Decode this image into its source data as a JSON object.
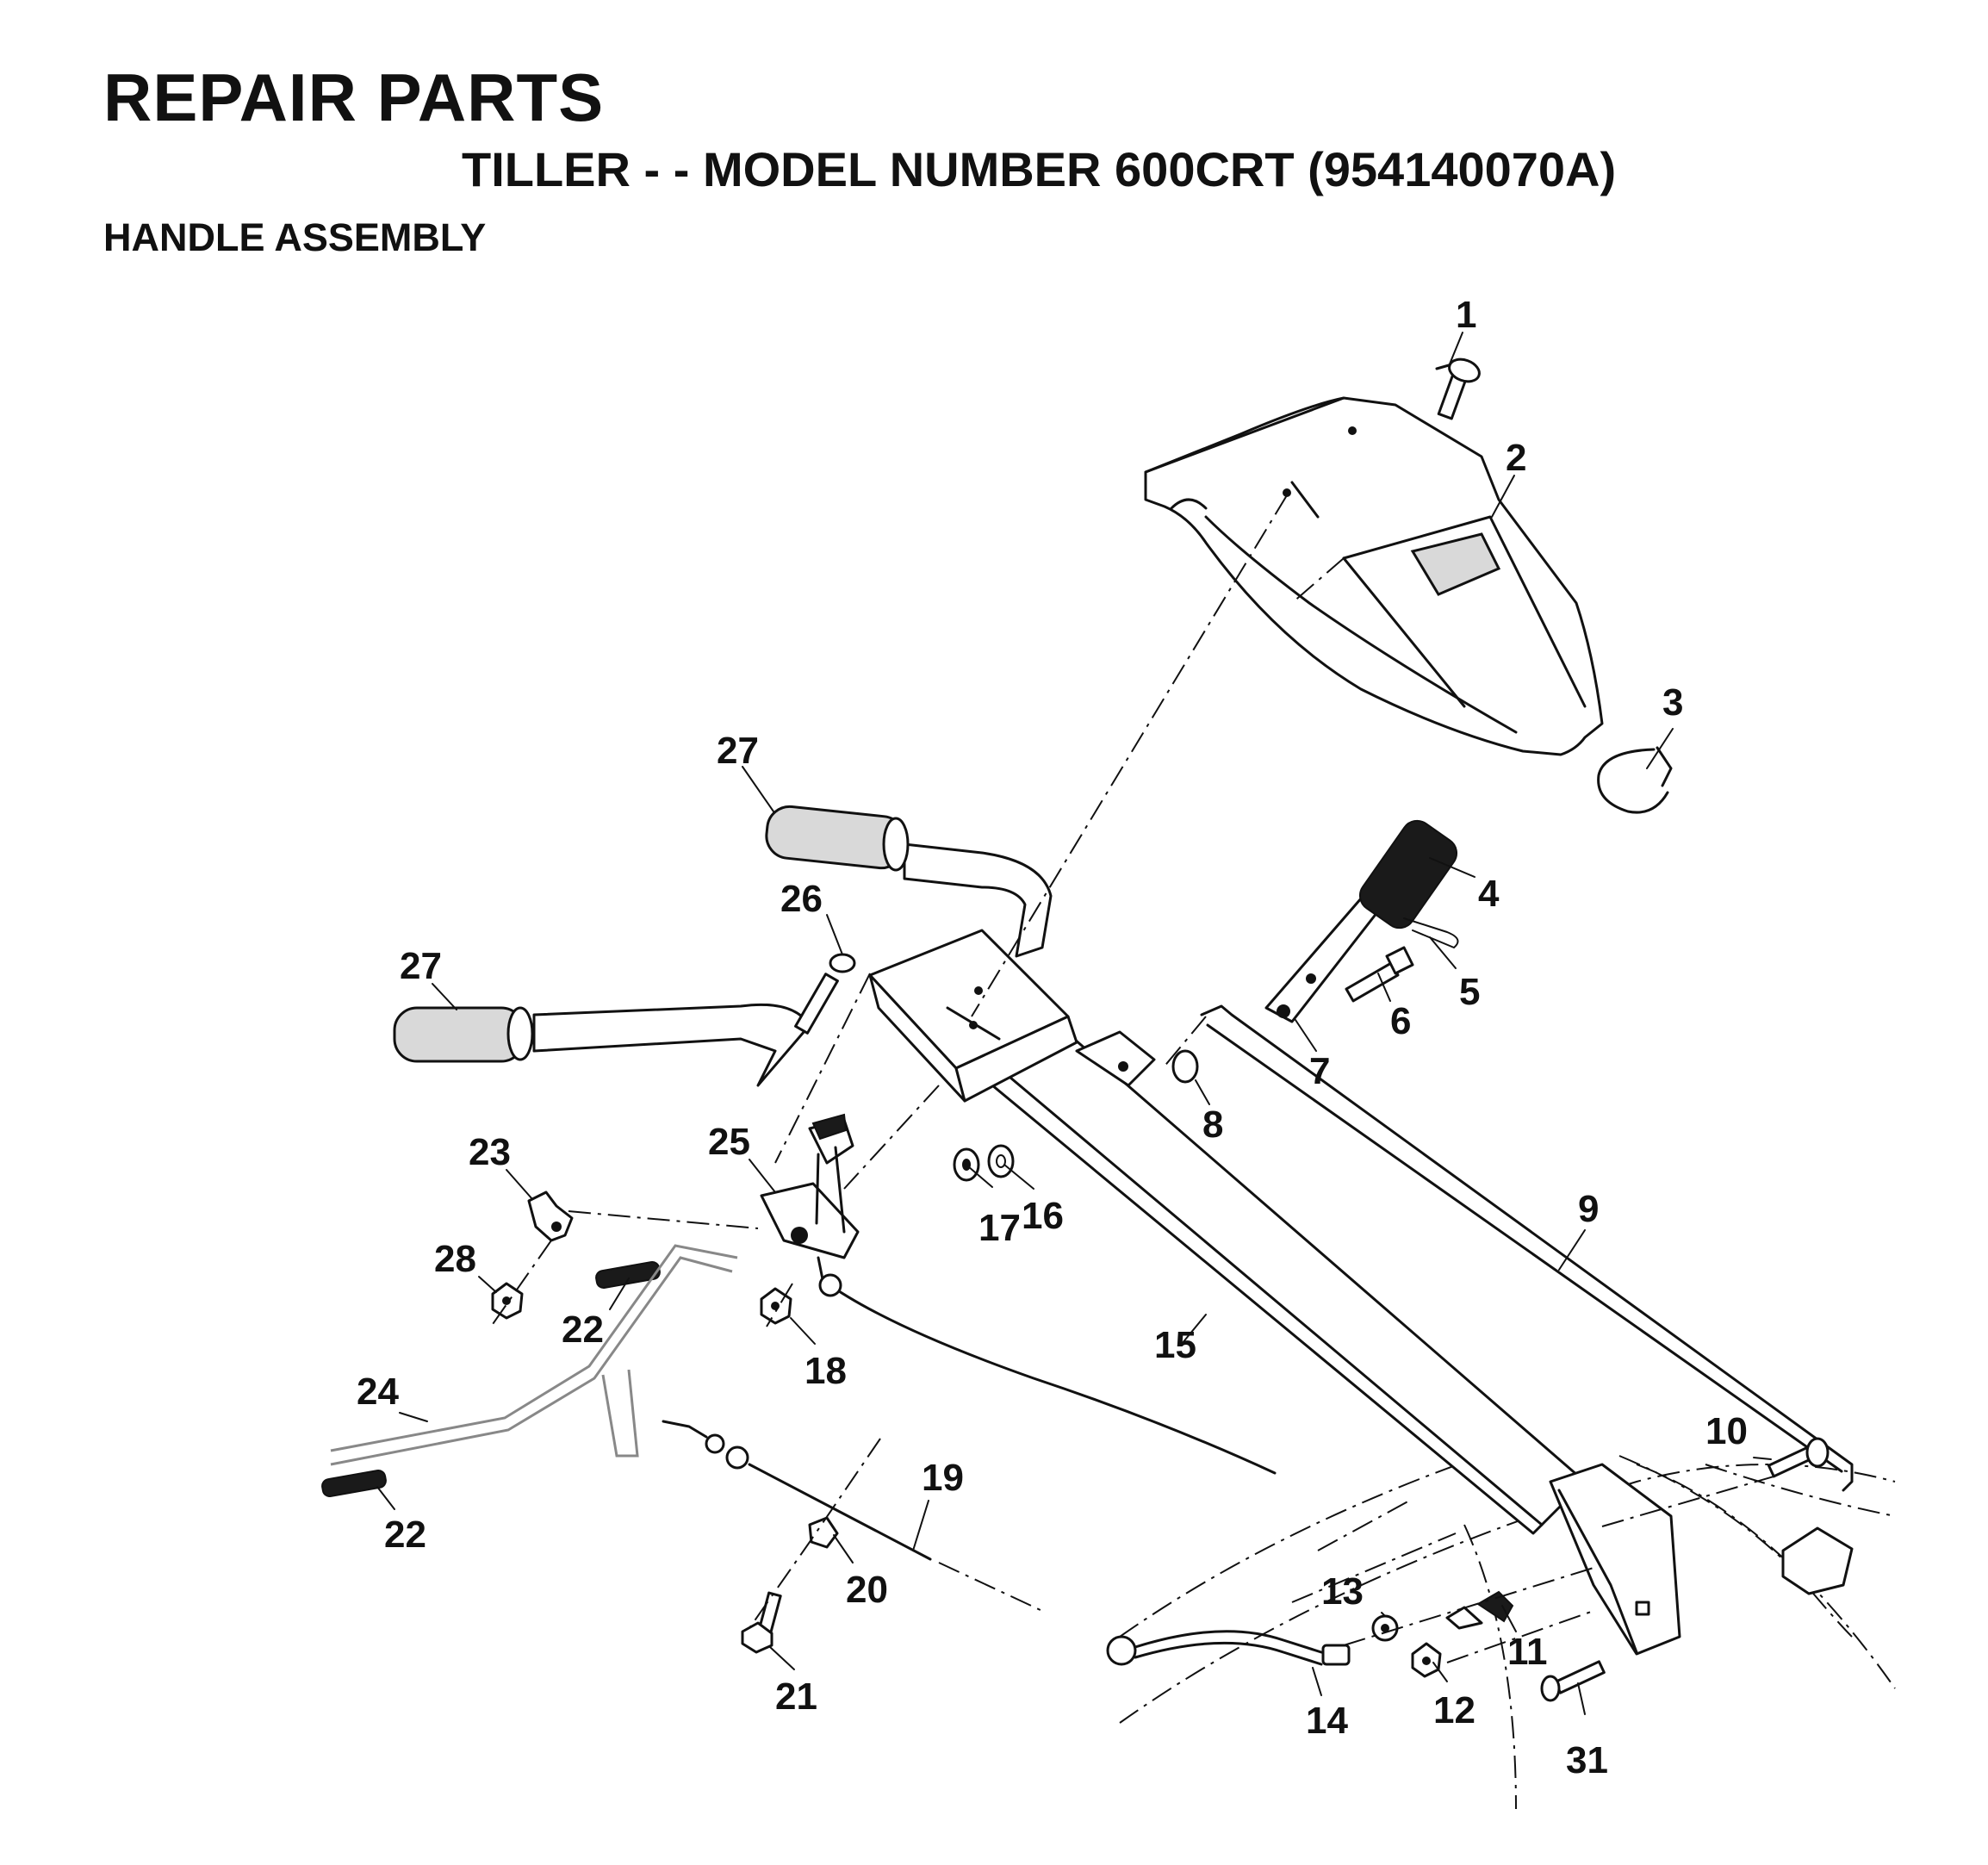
{
  "header": {
    "title": "REPAIR PARTS",
    "subtitle": "TILLER - - MODEL NUMBER 600CRT (954140070A)",
    "section": "HANDLE ASSEMBLY"
  },
  "callouts": [
    "1",
    "2",
    "3",
    "4",
    "5",
    "6",
    "7",
    "8",
    "9",
    "10",
    "11",
    "12",
    "13",
    "14",
    "15",
    "16",
    "17",
    "18",
    "19",
    "20",
    "21",
    "22",
    "22",
    "23",
    "24",
    "25",
    "26",
    "27",
    "27",
    "28",
    "31"
  ]
}
